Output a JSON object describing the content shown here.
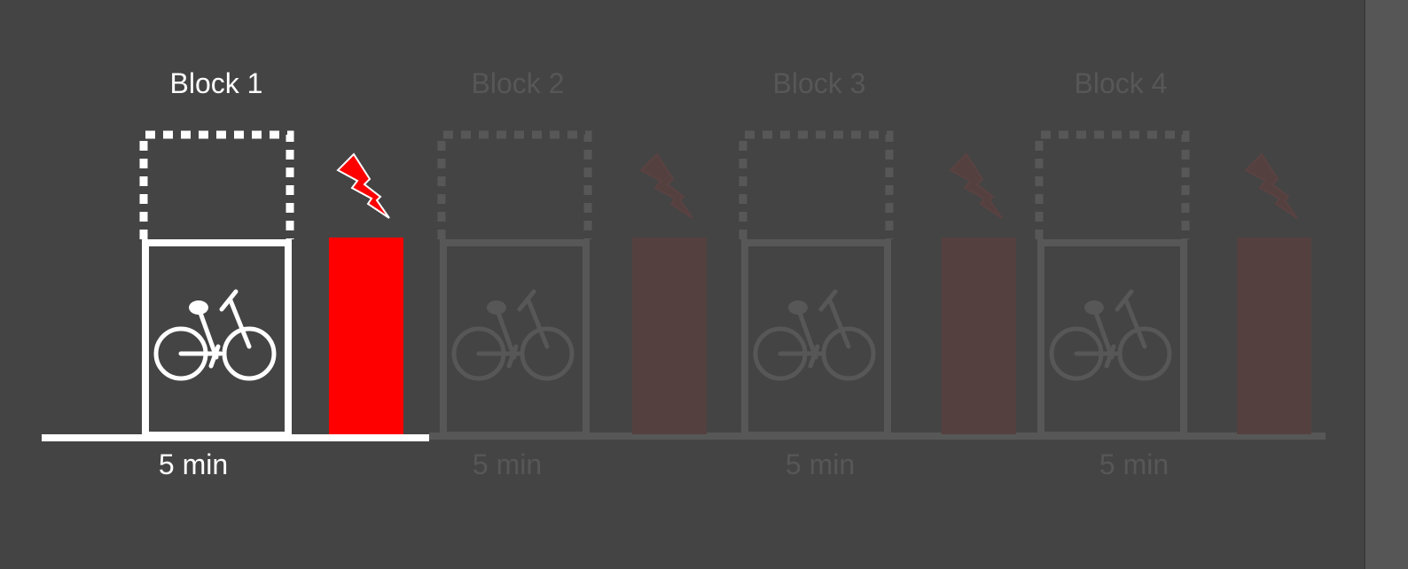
{
  "colors": {
    "background": "#444444",
    "active_stroke": "#ffffff",
    "inactive_stroke": "#575757",
    "active_shock": "#ff0000",
    "inactive_shock": "#554040"
  },
  "blocks": [
    {
      "title": "Block 1",
      "duration": "5 min",
      "active": true
    },
    {
      "title": "Block 2",
      "duration": "5 min",
      "active": false
    },
    {
      "title": "Block 3",
      "duration": "5 min",
      "active": false
    },
    {
      "title": "Block 4",
      "duration": "5 min",
      "active": false
    }
  ],
  "icons": {
    "cyclist": "bicycle-icon",
    "shock": "lightning-bolt-icon"
  }
}
